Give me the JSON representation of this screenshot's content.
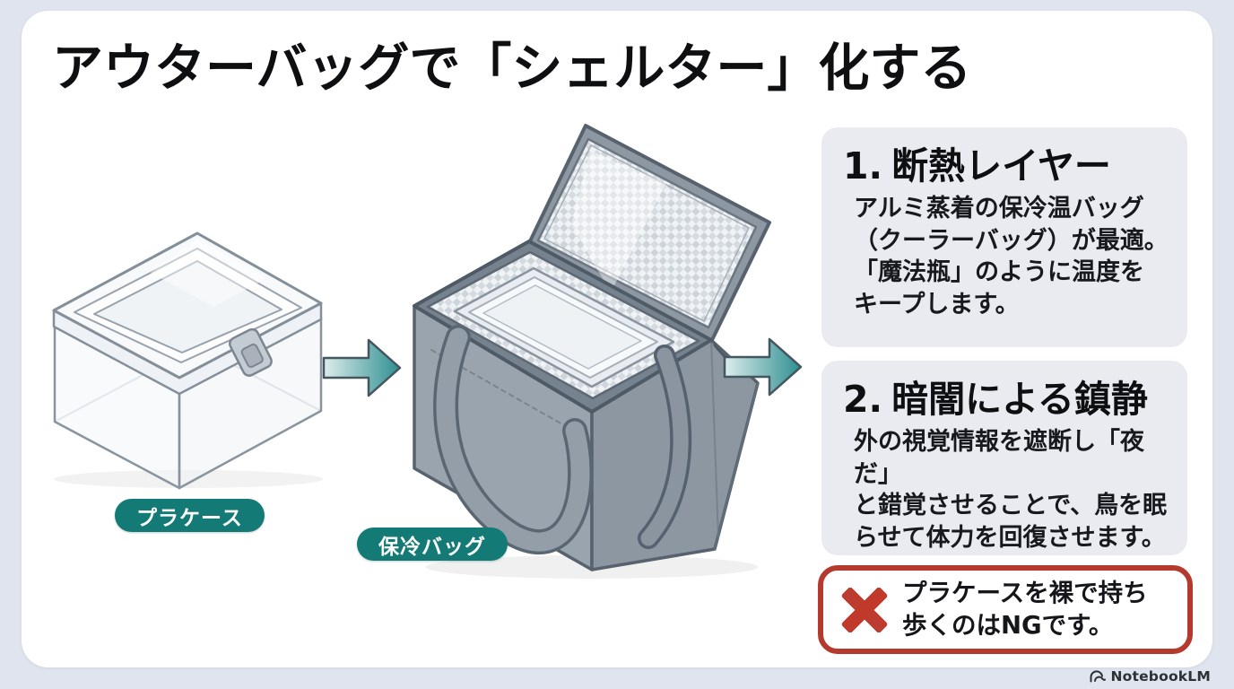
{
  "page": {
    "background_color": "#dfe4ee",
    "card_color": "#ffffff",
    "accent_teal": "#147a76",
    "arrow_teal": "#2e8f90",
    "warning_red": "#b43a2e",
    "panel_bg": "#e9ebf0"
  },
  "title": "アウターバッグで「シェルター」化する",
  "diagram": {
    "case_label": "プラケース",
    "bag_label": "保冷バッグ",
    "icons": [
      "plastic-case-illustration",
      "cooler-bag-illustration",
      "right-arrow-icon",
      "right-arrow-icon"
    ]
  },
  "panels": [
    {
      "number": "1.",
      "heading": "断熱レイヤー",
      "body": [
        "アルミ蒸着の保冷温バッグ",
        "（クーラーバッグ）が最適。",
        "「魔法瓶」のように温度を",
        "キープします。"
      ]
    },
    {
      "number": "2.",
      "heading": "暗闇による鎮静",
      "body": [
        "外の視覚情報を遮断し「夜だ」",
        "と錯覚させることで、鳥を眠",
        "らせて体力を回復させます。"
      ]
    }
  ],
  "warning": {
    "icon": "x-icon",
    "text": [
      "プラケースを裸で持ち",
      "歩くのはNGです。"
    ]
  },
  "footer": {
    "icon": "notebooklm-logo-icon",
    "brand": "NotebookLM"
  }
}
